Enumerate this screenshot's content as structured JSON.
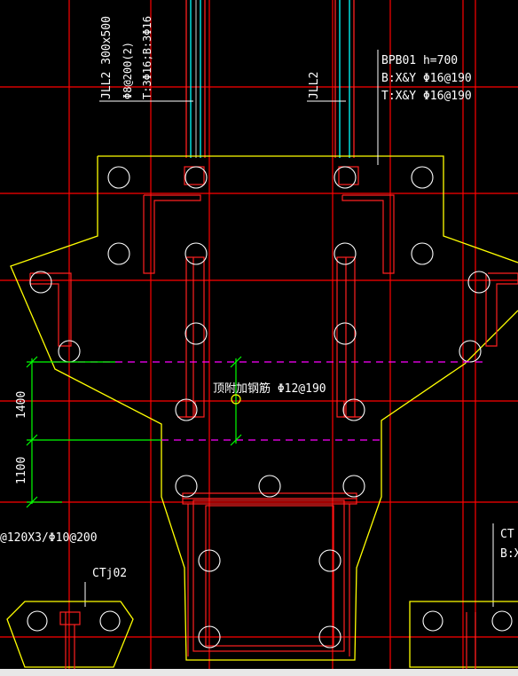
{
  "canvas": {
    "background": "#000000"
  },
  "colors": {
    "axis": "#ff0000",
    "outline": "#ffff00",
    "rebar": "#ff2020",
    "beam": "#00ffff",
    "dashed": "#ff00ff",
    "dimension": "#00ff00",
    "text": "#ffffff",
    "leader": "#ffffff",
    "column": "#ff3030"
  },
  "labels": {
    "beam_left_1": "JLL2 300x500",
    "beam_left_2": "Φ8@200(2)",
    "beam_left_3": "T:3Φ16;B:3Φ16",
    "beam_right": "JLL2",
    "slab_1": "BPB01 h=700",
    "slab_2": "B:X&Y Φ16@190",
    "slab_3": "T:X&Y Φ16@190",
    "extra_rebar": "顶附加钢筋 Φ12@190",
    "dim_upper": "1400",
    "dim_lower": "1100",
    "left_note": "@120X3/Φ10@200",
    "cap_label_left": "CTj02",
    "cap_label_right_1": "CT",
    "cap_label_right_2": "B:X"
  }
}
